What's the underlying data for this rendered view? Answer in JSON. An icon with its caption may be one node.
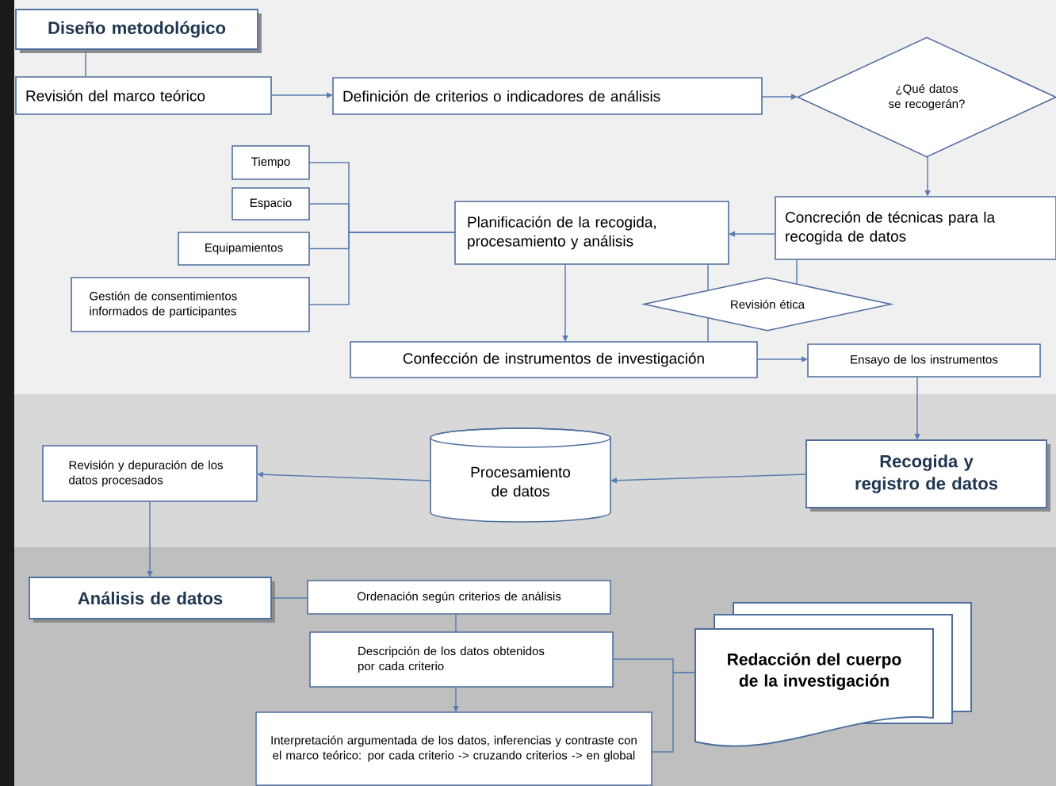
{
  "diagram": {
    "nodes": [
      {
        "text": [
          "Diseño metodológico"
        ]
      },
      {
        "text": [
          "Revisión del marco teórico"
        ]
      },
      {
        "text": [
          "Definición de criterios o indicadores de análisis"
        ]
      },
      {
        "text": [
          "¿Qué datos se recogerán?"
        ]
      },
      {
        "text": [
          "Tiempo"
        ]
      },
      {
        "text": [
          "Espacio"
        ]
      },
      {
        "text": [
          "Equipamientos"
        ]
      },
      {
        "text": [
          "Gestión de consentimientos informados de participantes"
        ]
      },
      {
        "text": [
          "Planificación de la recogida, procesamiento y análisis"
        ]
      },
      {
        "text": [
          "Concreción de técnicas para la recogida de datos"
        ]
      },
      {
        "text": [
          "Revisión ética"
        ]
      },
      {
        "text": [
          "Confección de instrumentos de investigación"
        ]
      },
      {
        "text": [
          "Ensayo de los instrumentos"
        ]
      },
      {
        "text": [
          "Recogida y registro de datos"
        ]
      },
      {
        "text": [
          "Procesamiento de datos"
        ]
      },
      {
        "text": [
          "Revisión y depuración de los datos procesados"
        ]
      },
      {
        "text": [
          "Análisis de datos"
        ]
      },
      {
        "text": [
          "Ordenación según criterios de análisis"
        ]
      },
      {
        "text": [
          "Descripción de los datos obtenidos por cada criterio"
        ]
      },
      {
        "text": [
          "Interpretación argumentada de los datos, inferencias y contraste con el marco teórico: por cada criterio -> cruzando criterios -> en global"
        ]
      },
      {
        "text": [
          "Redacción del cuerpo de la investigación"
        ]
      }
    ],
    "edges": [
      {
        "from": 0,
        "to": 1,
        "arrow": "none"
      },
      {
        "from": 1,
        "to": 2,
        "arrow": "to"
      },
      {
        "from": 2,
        "to": 3,
        "arrow": "to"
      },
      {
        "from": 3,
        "to": 9,
        "arrow": "to"
      },
      {
        "from": 9,
        "to": 8,
        "arrow": "to"
      },
      {
        "from": 4,
        "to": 8,
        "arrow": "none"
      },
      {
        "from": 5,
        "to": 8,
        "arrow": "none"
      },
      {
        "from": 6,
        "to": 8,
        "arrow": "none"
      },
      {
        "from": 7,
        "to": 8,
        "arrow": "none"
      },
      {
        "from": 8,
        "to": 11,
        "arrow": "to"
      },
      {
        "from": 8,
        "to": 10,
        "arrow": "none"
      },
      {
        "from": 9,
        "to": 10,
        "arrow": "none"
      },
      {
        "from": 10,
        "to": 11,
        "arrow": "none"
      },
      {
        "from": 11,
        "to": 12,
        "arrow": "to"
      },
      {
        "from": 12,
        "to": 13,
        "arrow": "to"
      },
      {
        "from": 13,
        "to": 14,
        "arrow": "to"
      },
      {
        "from": 14,
        "to": 15,
        "arrow": "to"
      },
      {
        "from": 15,
        "to": 16,
        "arrow": "to"
      },
      {
        "from": 16,
        "to": 17,
        "arrow": "none"
      },
      {
        "from": 17,
        "to": 18,
        "arrow": "none"
      },
      {
        "from": 18,
        "to": 19,
        "arrow": "to"
      },
      {
        "from": 18,
        "to": 20,
        "arrow": "none"
      },
      {
        "from": 19,
        "to": 20,
        "arrow": "none"
      }
    ]
  }
}
